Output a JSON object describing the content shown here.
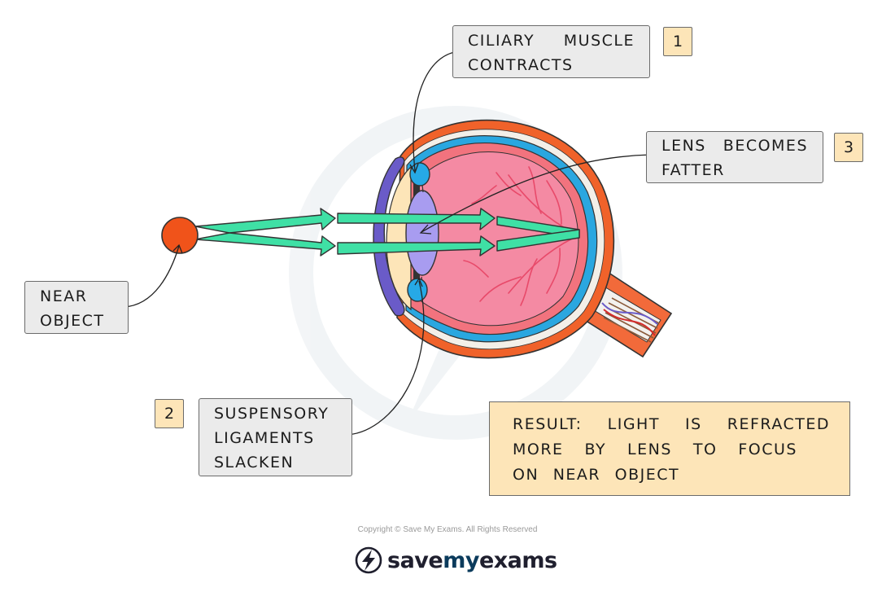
{
  "labels": {
    "ciliary_muscle": [
      "CILIARY MUSCLE",
      "CONTRACTS"
    ],
    "lens": [
      "LENS BECOMES",
      "FATTER"
    ],
    "near_object": [
      "NEAR",
      "OBJECT"
    ],
    "suspensory": [
      "SUSPENSORY",
      "LIGAMENTS",
      "SLACKEN"
    ]
  },
  "steps": {
    "one": "1",
    "two": "2",
    "three": "3"
  },
  "result": [
    "RESULT: LIGHT IS REFRACTED",
    "MORE BY LENS TO FOCUS",
    "ON NEAR OBJECT"
  ],
  "footer": {
    "copyright": "Copyright © Save My Exams. All Rights Reserved",
    "brand_part1": "save",
    "brand_part2": "my",
    "brand_part3": "exams"
  },
  "colors": {
    "sclera": "#f0622a",
    "choroid": "#2aa7e0",
    "retina": "#f2737e",
    "vitreous": "#f48aa3",
    "lens": "#a89cf0",
    "cornea": "#6a5bc8",
    "ciliary": "#26a9e6",
    "rays": "#3fe0a5",
    "object": "#f0531a",
    "label_bg": "#ebebeb",
    "note_bg": "#fde5b8"
  },
  "icons": [
    "lightning-bolt-icon"
  ]
}
